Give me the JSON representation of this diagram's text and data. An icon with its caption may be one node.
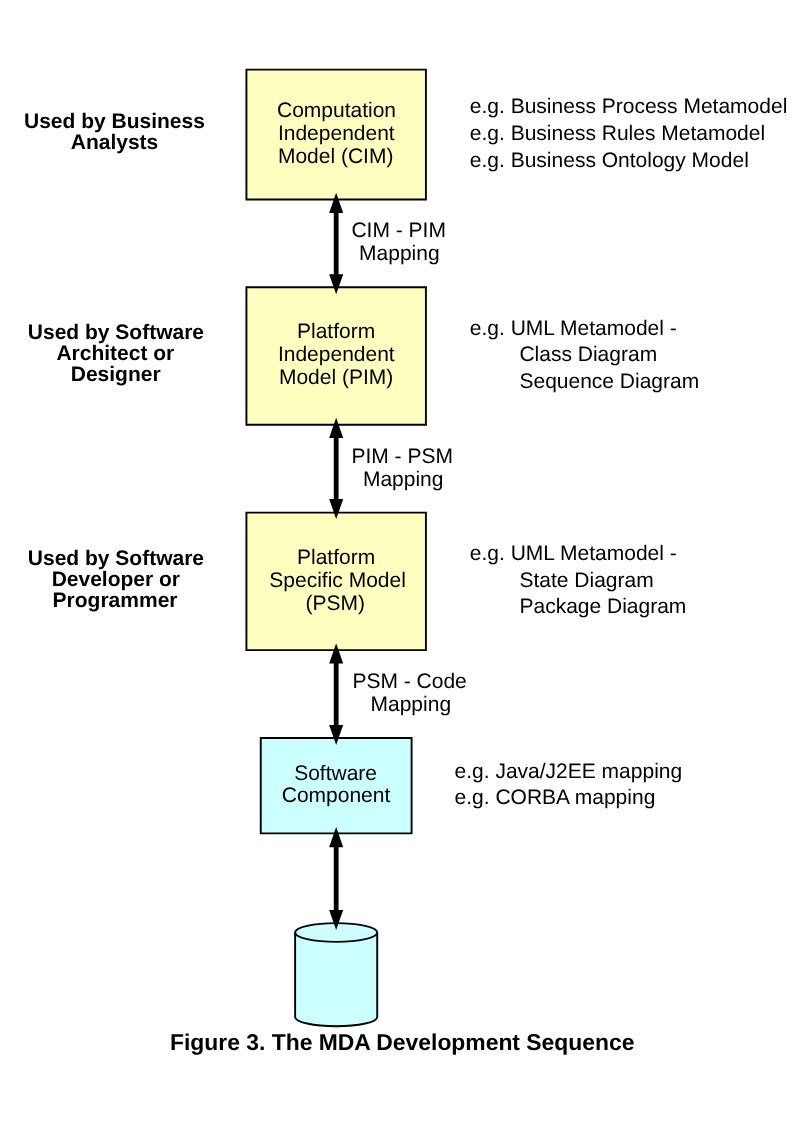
{
  "diagram": {
    "caption": "Figure 3. The MDA Development Sequence",
    "nodes": [
      {
        "text": [
          "Computation Independent Model (CIM)"
        ],
        "beside": [
          "Used by Business Analysts",
          "e.g. Business Process Metamodel",
          "e.g. Business Rules Metamodel",
          "e.g. Business Ontology Model"
        ]
      },
      {
        "text": [
          "Platform Independent Model (PIM)"
        ],
        "beside": [
          "Used by Software Architect or Designer",
          "e.g. UML Metamodel -",
          "Class Diagram",
          "Sequence Diagram"
        ]
      },
      {
        "text": [
          "Platform Specific Model (PSM)"
        ],
        "beside": [
          "Used by Software Developer or Programmer",
          "e.g. UML Metamodel -",
          "State Diagram",
          "Package Diagram"
        ]
      },
      {
        "text": [
          "Software Component"
        ],
        "beside": [
          "e.g. Java/J2EE mapping",
          "e.g. CORBA mapping"
        ]
      },
      {
        "text": [],
        "shape": "cylinder"
      }
    ],
    "edges": [
      {
        "from": 0,
        "to": 1,
        "arrow": "both",
        "label": "CIM - PIM Mapping"
      },
      {
        "from": 1,
        "to": 2,
        "arrow": "both",
        "label": "PIM - PSM Mapping"
      },
      {
        "from": 2,
        "to": 3,
        "arrow": "both",
        "label": "PSM - Code Mapping"
      },
      {
        "from": 3,
        "to": 4,
        "arrow": "both"
      }
    ]
  }
}
